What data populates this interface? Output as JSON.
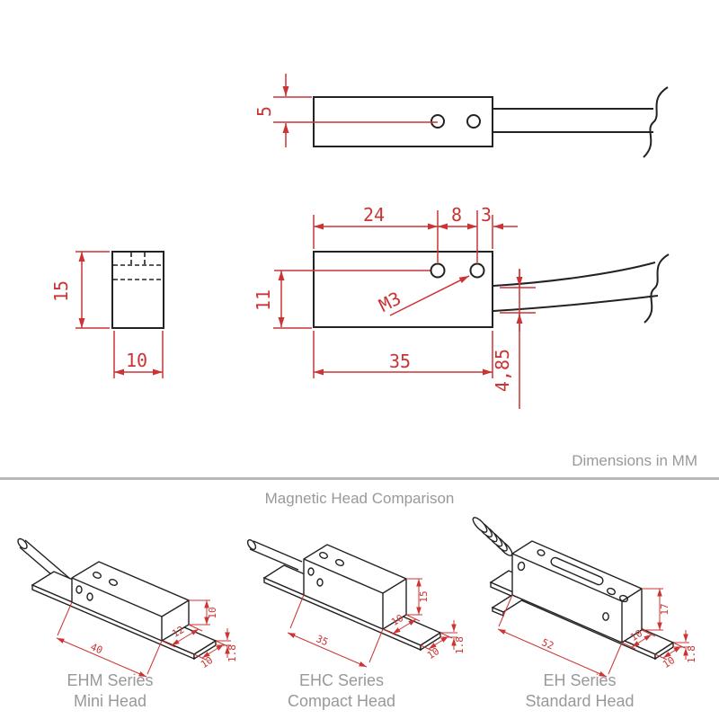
{
  "colors": {
    "line": "#222222",
    "dimension": "#cc3333",
    "muted_text": "#999999",
    "divider": "#b9b9b9",
    "background": "#ffffff"
  },
  "technical_drawing": {
    "units_note": "Dimensions in MM",
    "top_view": {
      "dims": {
        "hole_center_from_top": "5"
      }
    },
    "front_view": {
      "dims": {
        "hole1_from_left": "24",
        "hole_spacing": "8",
        "hole2_from_right": "3",
        "hole_center_from_bottom": "11",
        "thread_label": "M3",
        "body_length": "35",
        "cable_diameter": "4,85"
      }
    },
    "side_view": {
      "dims": {
        "body_height": "15",
        "body_width": "10"
      }
    }
  },
  "comparison": {
    "title": "Magnetic Head Comparison",
    "heads": [
      {
        "series": "EHM Series",
        "variant": "Mini Head",
        "dims": {
          "length": "40",
          "width": "12",
          "height": "10",
          "tape_width": "10",
          "tape_thickness": "1.8"
        }
      },
      {
        "series": "EHC Series",
        "variant": "Compact Head",
        "dims": {
          "length": "35",
          "width": "10",
          "height": "15",
          "tape_width": "10",
          "tape_thickness": "1.8"
        }
      },
      {
        "series": "EH Series",
        "variant": "Standard Head",
        "dims": {
          "length": "52",
          "width": "10",
          "height": "17",
          "tape_width": "10",
          "tape_thickness": "1.8"
        }
      }
    ]
  }
}
